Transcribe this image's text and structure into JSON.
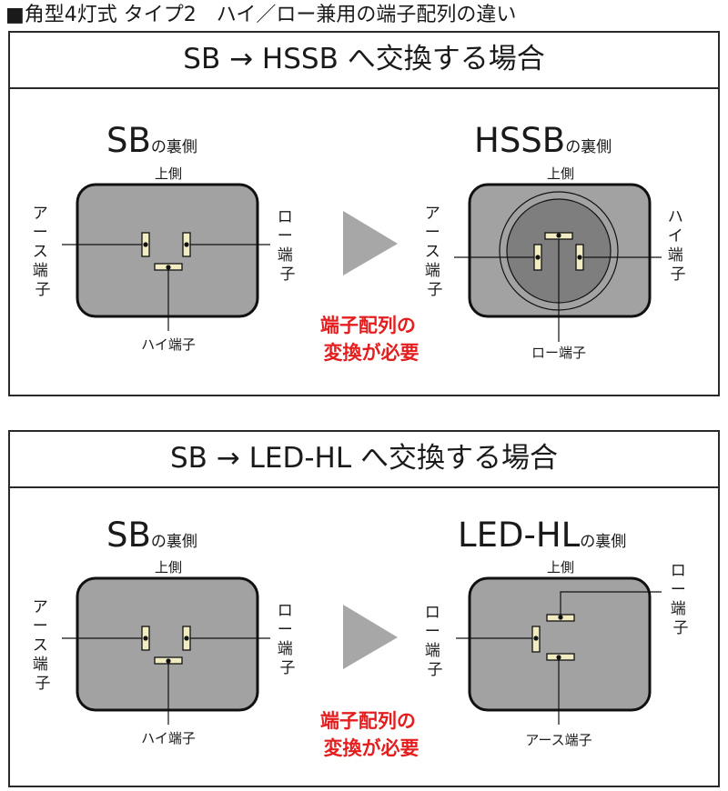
{
  "page_title": "■角型4灯式 タイプ2　ハイ／ロー兼用の端子配列の違い",
  "panels": [
    {
      "heading": "SB → HSSB へ交換する場合",
      "left": {
        "name": "SB",
        "suffix": "の裏側",
        "top_label": "上側",
        "left_label": [
          "ア",
          "ー",
          "ス",
          "端",
          "子"
        ],
        "right_label": [
          "ロ",
          "ー",
          "端",
          "子"
        ],
        "bottom_label": "ハイ端子"
      },
      "right": {
        "name": "HSSB",
        "suffix": "の裏側",
        "top_label": "上側",
        "left_label": [
          "ア",
          "ー",
          "ス",
          "端",
          "子"
        ],
        "right_label": [
          "ハ",
          "イ",
          "端",
          "子"
        ],
        "bottom_label": "ロー端子"
      },
      "note": [
        "端子配列の",
        "変換が必要"
      ]
    },
    {
      "heading": "SB → LED-HL へ交換する場合",
      "left": {
        "name": "SB",
        "suffix": "の裏側",
        "top_label": "上側",
        "left_label": [
          "ア",
          "ー",
          "ス",
          "端",
          "子"
        ],
        "right_label": [
          "ロ",
          "ー",
          "端",
          "子"
        ],
        "bottom_label": "ハイ端子"
      },
      "right": {
        "name": "LED-HL",
        "suffix": "の裏側",
        "top_label": "上側",
        "left_label": [
          "ロ",
          "ー",
          "端",
          "子"
        ],
        "right_label": [
          "ロ",
          "ー",
          "端",
          "子"
        ],
        "bottom_label": "アース端子"
      },
      "note": [
        "端子配列の",
        "変換が必要"
      ]
    }
  ],
  "colors": {
    "plate": "#a2a2a2",
    "circle": "#7e7e7e",
    "terminal": "#f2ecc2",
    "arrow": "#a7a7a7",
    "note": "#e41e1e"
  }
}
